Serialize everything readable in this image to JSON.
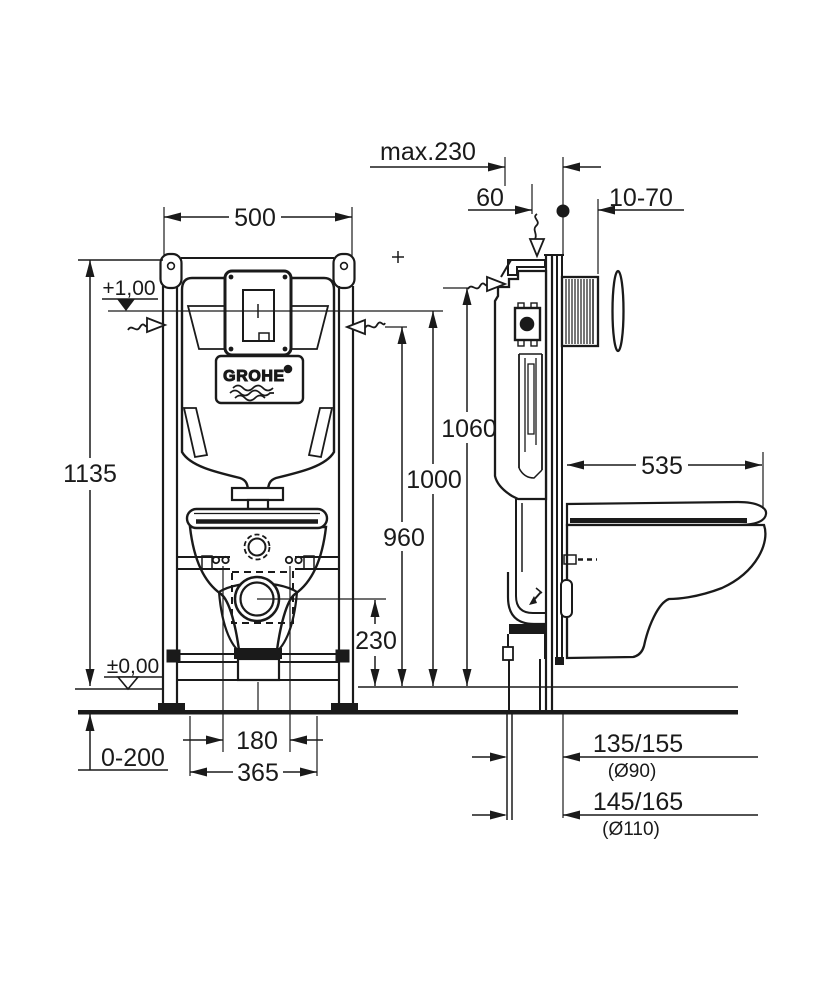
{
  "canvas": {
    "background": "#ffffff",
    "ink": "#1a1a1a"
  },
  "brand": {
    "logo_text": "GROHE"
  },
  "marks": {
    "registration_cross": "+"
  },
  "dims": {
    "max_offset": "max.230",
    "frame_to_plate": "60",
    "wall_finish": "10-70",
    "frame_width": "500",
    "frame_height": "1135",
    "level_plus": "+1,00",
    "level_zero": "±0,00",
    "floor_buildup": "0-200",
    "bolt_span": "180",
    "fixing_span": "365",
    "outlet_height": "230",
    "height_top_edge": "1060",
    "height_plate_center": "1000",
    "height_plate_bottom": "960",
    "bowl_depth": "535",
    "outlet_offset_90": "135/155",
    "outlet_dia_90": "(Ø90)",
    "outlet_offset_110": "145/165",
    "outlet_dia_110": "(Ø110)"
  }
}
